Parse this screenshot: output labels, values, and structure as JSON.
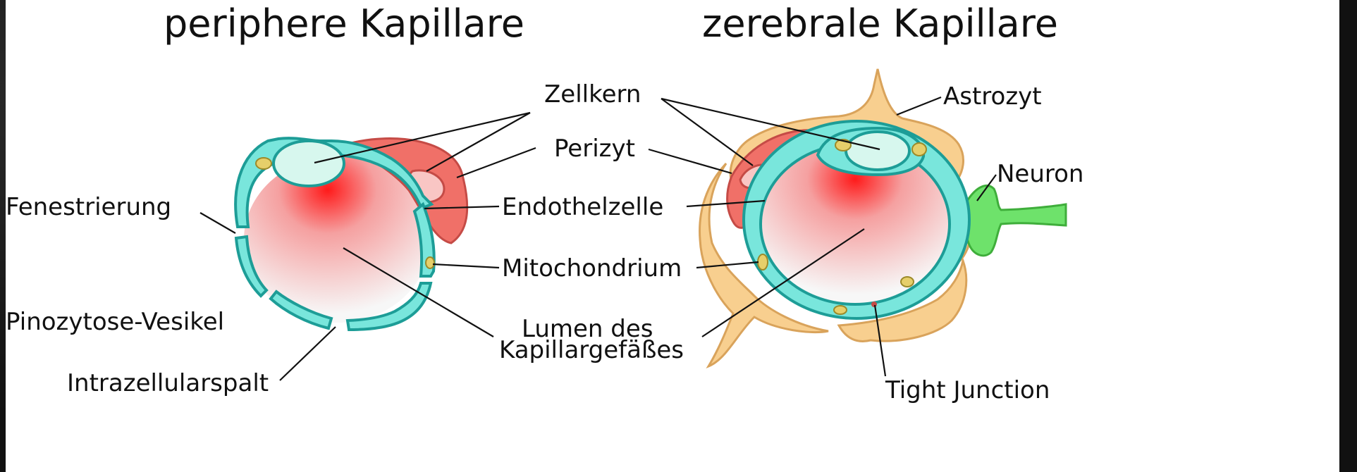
{
  "titles": {
    "left": "periphere Kapillare",
    "right": "zerebrale Kapillare"
  },
  "labels": {
    "zellkern": "Zellkern",
    "perizyt": "Perizyt",
    "endothelzelle": "Endothelzelle",
    "mitochondrium": "Mitochondrium",
    "lumen_line1": "Lumen des",
    "lumen_line2": "Kapillargefäßes",
    "astrozyt": "Astrozyt",
    "neuron": "Neuron",
    "tight_junction": "Tight Junction",
    "fenestrierung": "Fenestrierung",
    "pinozytose": "Pinozytose-Vesikel",
    "intrazellularspalt": "Intrazellularspalt"
  },
  "colors": {
    "endothelium": "#79e6dc",
    "pericyte": "#f07068",
    "astrocyte": "#f8cf8f",
    "neuron": "#6ee26b",
    "lumen_center": "#ff1a1a"
  }
}
